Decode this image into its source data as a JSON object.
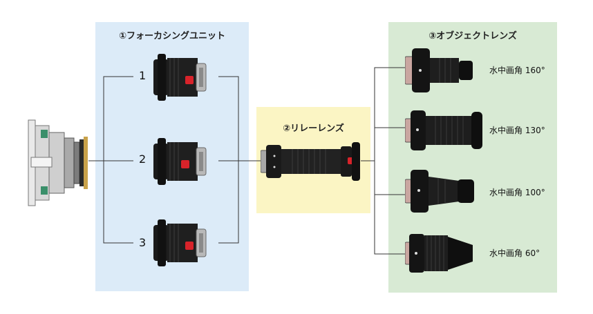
{
  "panels": {
    "focusing": {
      "title": "①フォーカシングユニット",
      "color": "#dcebf8"
    },
    "relay": {
      "title": "②リレーレンズ",
      "color": "#fbf5c4"
    },
    "objective": {
      "title": "③オブジェクトレンズ",
      "color": "#d8ead4"
    }
  },
  "focusing_units": [
    {
      "label": "1"
    },
    {
      "label": "2"
    },
    {
      "label": "3"
    }
  ],
  "objective_lenses": [
    {
      "fov": "水中画角 160°"
    },
    {
      "fov": "水中画角 130°"
    },
    {
      "fov": "水中画角 100°"
    },
    {
      "fov": "水中画角 60°"
    }
  ],
  "colors": {
    "accent_red": "#d8232a",
    "lens_body": "#1a1a1a",
    "metal": "#b9b9b9"
  }
}
